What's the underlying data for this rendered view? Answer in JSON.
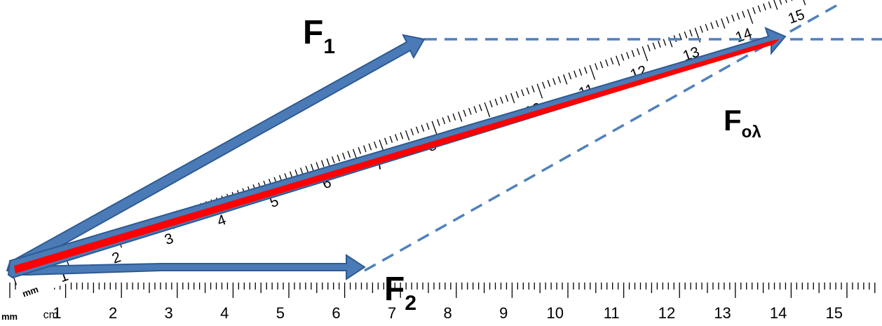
{
  "labels": {
    "f1_main": "F",
    "f1_sub": "1",
    "f2_main": "F",
    "f2_sub": "2",
    "fol_main": "F",
    "fol_sub": "ολ"
  },
  "ruler": {
    "unit_cm": "cm",
    "unit_mm": "mm",
    "bottom_numbers": [
      "1",
      "2",
      "3",
      "4",
      "5",
      "6",
      "7",
      "8",
      "9",
      "10",
      "11",
      "12",
      "13",
      "14",
      "15"
    ],
    "tilted_numbers": [
      "1",
      "2",
      "3",
      "4",
      "5",
      "6",
      "7",
      "8",
      "9",
      "10",
      "11",
      "12",
      "13",
      "14",
      "15"
    ]
  },
  "colors": {
    "force_arrow": "#4a7bb7",
    "force_arrow_edge": "#2f5a92",
    "resultant": "#ff0000",
    "guide_line": "#4f81bd",
    "ruler_ink": "#000000"
  }
}
